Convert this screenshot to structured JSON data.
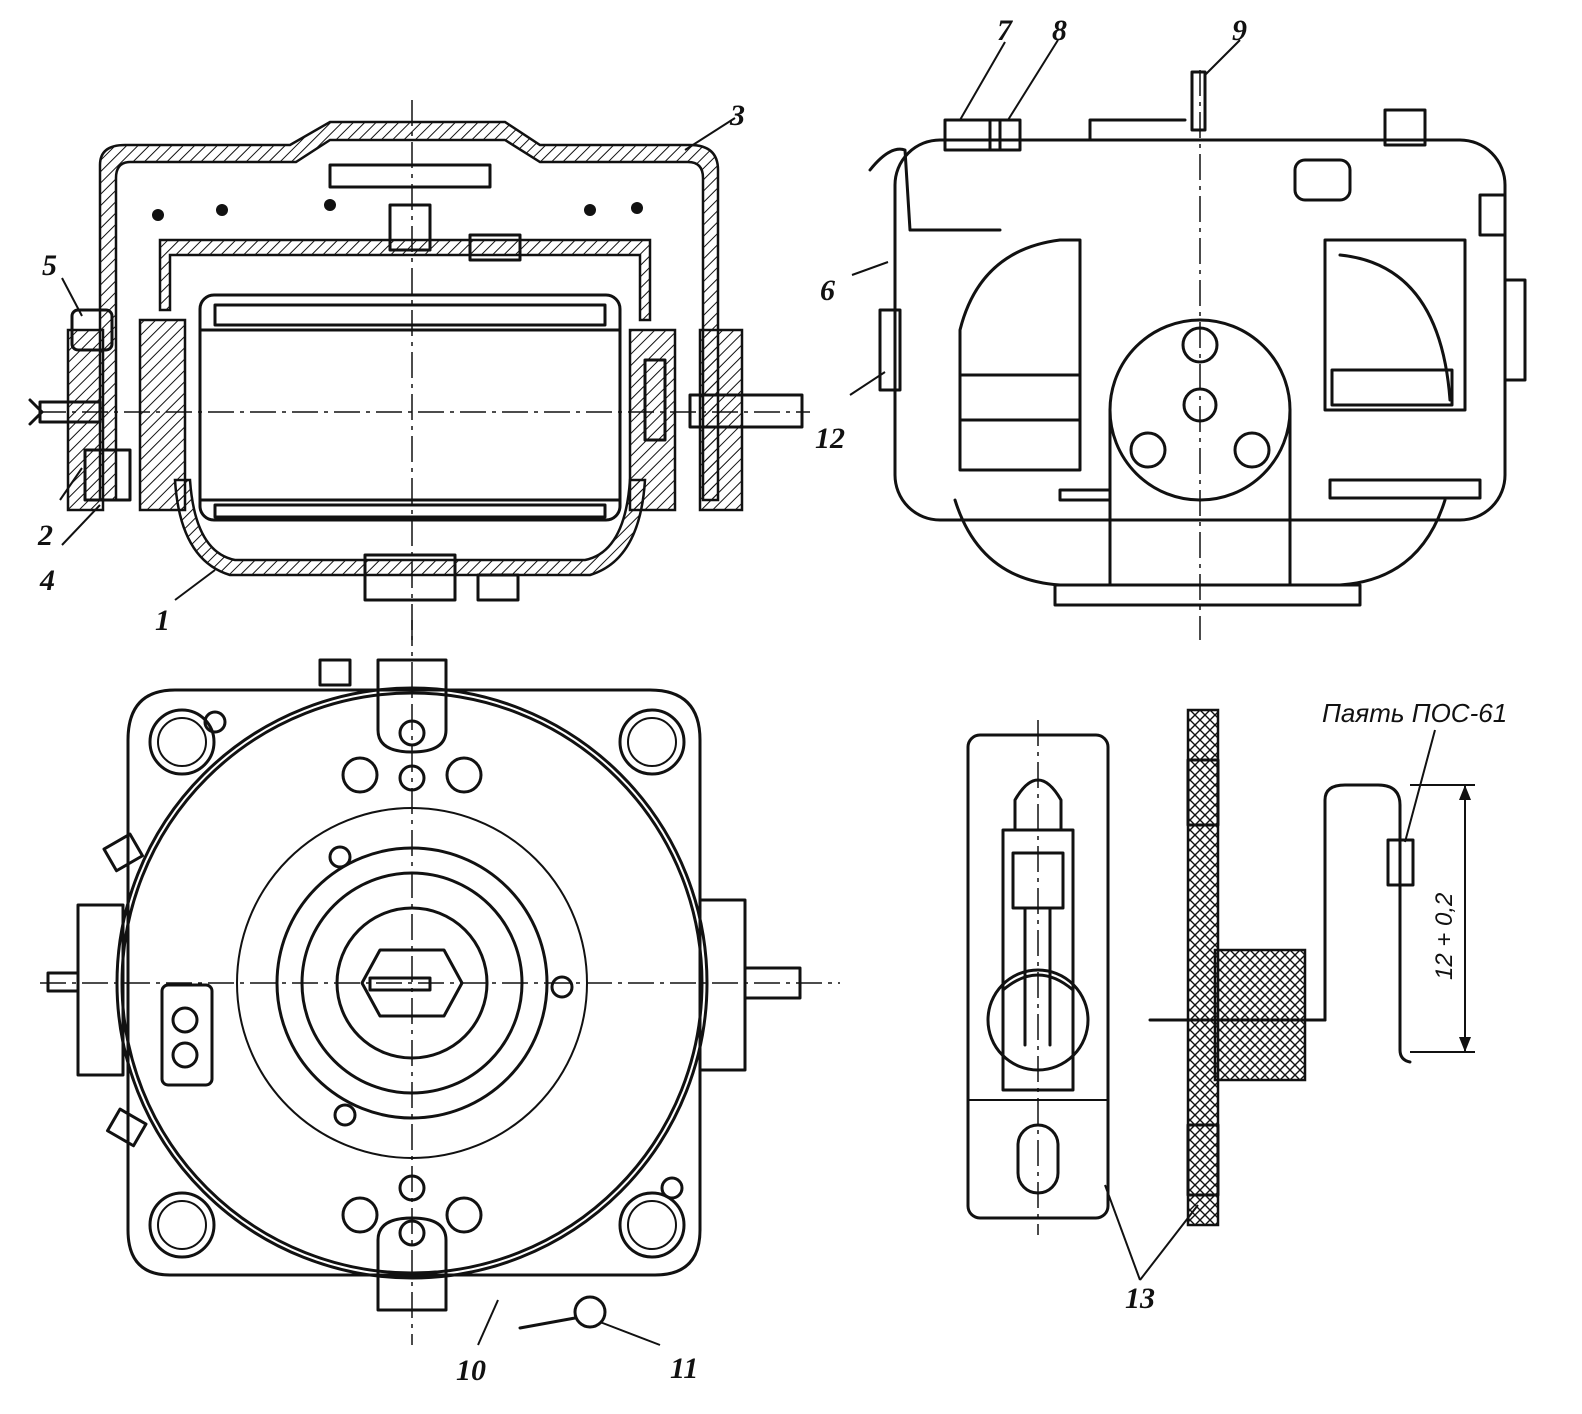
{
  "labels": {
    "p1": "1",
    "p2": "2",
    "p3": "3",
    "p4": "4",
    "p5": "5",
    "p6": "6",
    "p7": "7",
    "p8": "8",
    "p9": "9",
    "p10": "10",
    "p11": "11",
    "p12": "12",
    "p13": "13"
  },
  "note": "Паять ПОС-61",
  "dimension": "12 + 0,2"
}
